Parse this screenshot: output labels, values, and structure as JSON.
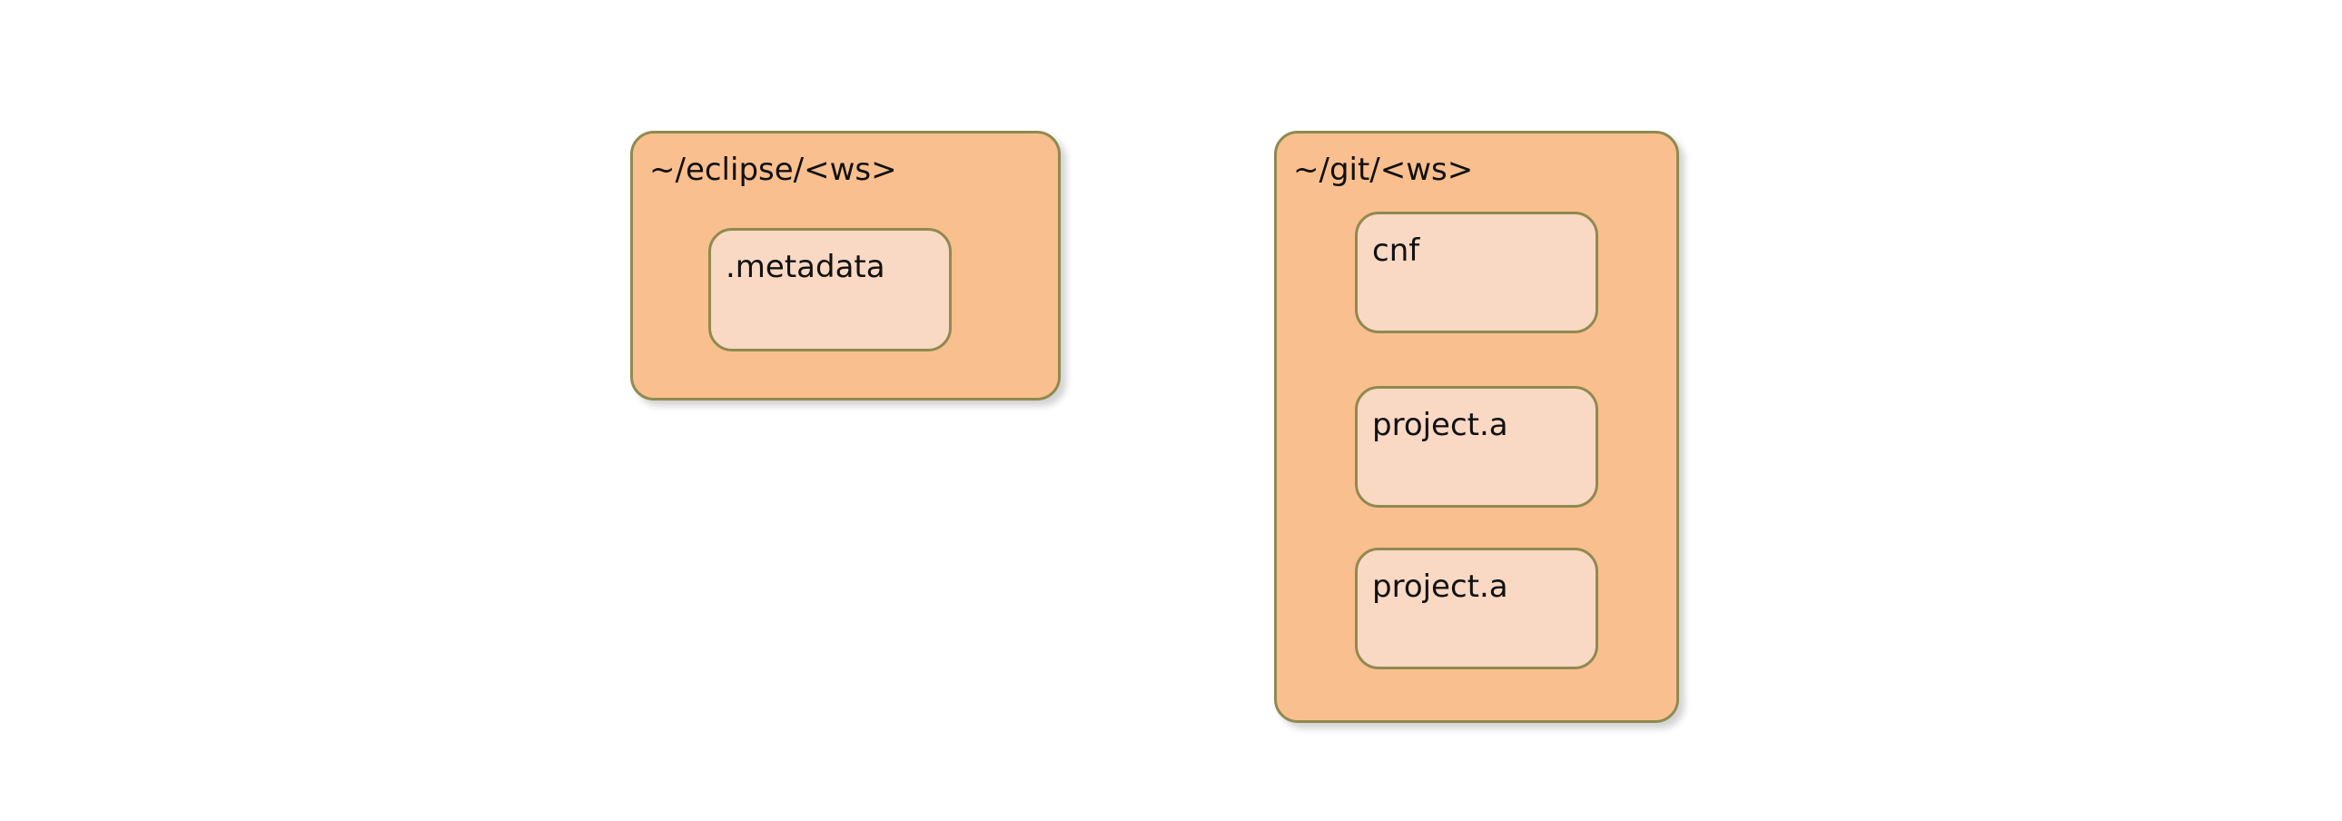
{
  "colors": {
    "outer_fill": "#fabf8f",
    "inner_fill": "#f9d8c4",
    "border": "#8f8a4f"
  },
  "diagram": {
    "eclipse_workspace": {
      "label": "~/eclipse/<ws>",
      "children": [
        ".metadata"
      ]
    },
    "git_workspace": {
      "label": "~/git/<ws>",
      "children": [
        "cnf",
        "project.a",
        "project.a"
      ]
    }
  }
}
